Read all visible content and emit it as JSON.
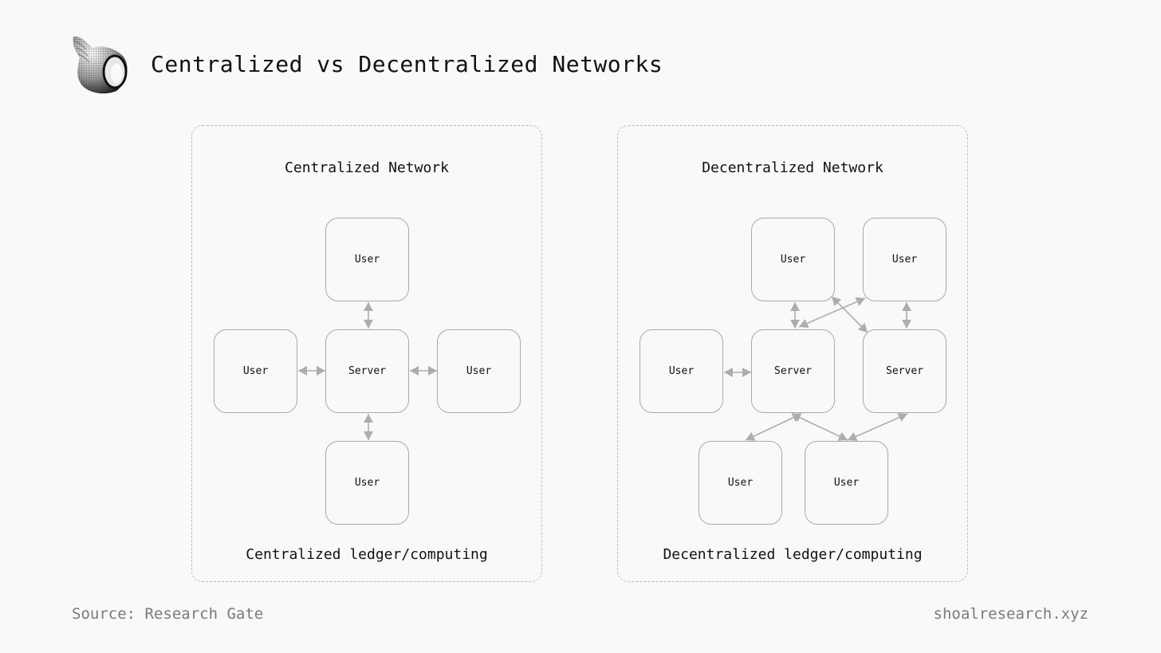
{
  "header": {
    "title": "Centralized vs Decentralized Networks",
    "logo_icon": "seashell-logo-icon"
  },
  "centralized": {
    "title": "Centralized Network",
    "caption": "Centralized ledger/computing",
    "nodes": {
      "user_top": "User",
      "user_left": "User",
      "server": "Server",
      "user_right": "User",
      "user_bottom": "User"
    }
  },
  "decentralized": {
    "title": "Decentralized Network",
    "caption": "Decentralized ledger/computing",
    "nodes": {
      "user_top_left": "User",
      "user_top_right": "User",
      "user_left": "User",
      "server_left": "Server",
      "server_right": "Server",
      "user_bottom_left": "User",
      "user_bottom_right": "User"
    }
  },
  "footer": {
    "source": "Source: Research Gate",
    "site": "shoalresearch.xyz"
  },
  "colors": {
    "background": "#f9f9f9",
    "node_border": "#a9a9a9",
    "arrow": "#adadad",
    "panel_border": "#bdbdbd",
    "footer_text": "#7a7a7a"
  }
}
